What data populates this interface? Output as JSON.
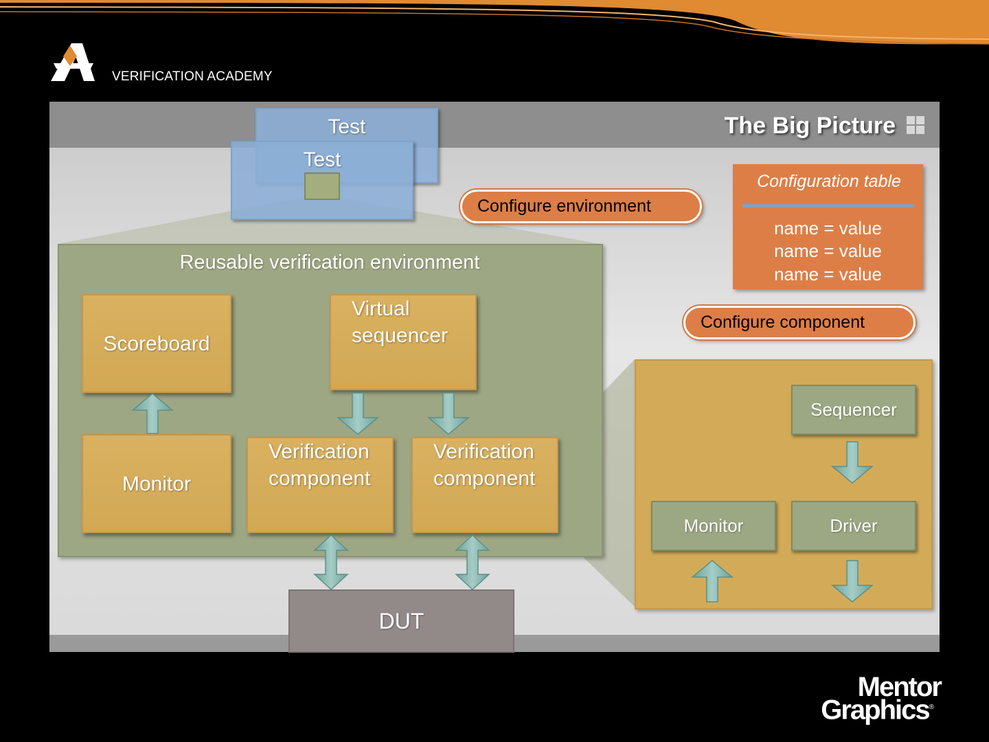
{
  "header": {
    "brand": "VERIFICATION ACADEMY",
    "logo_icon": "va-logo-icon"
  },
  "slide": {
    "title": "The Big Picture",
    "title_icon": "grid-icon"
  },
  "tests": {
    "back_label": "Test",
    "front_label": "Test"
  },
  "environment": {
    "label": "Reusable verification environment",
    "scoreboard": "Scoreboard",
    "virtual_sequencer": [
      "Virtual",
      "sequencer"
    ],
    "monitor": "Monitor",
    "verification_component_1": [
      "Verification",
      "component"
    ],
    "verification_component_2": [
      "Verification",
      "component"
    ]
  },
  "dut": "DUT",
  "callouts": {
    "configure_environment": "Configure environment",
    "configure_component": "Configure component"
  },
  "config_table": {
    "title": "Configuration table",
    "rows": [
      "name = value",
      "name = value",
      "name = value"
    ]
  },
  "agent": {
    "sequencer": "Sequencer",
    "monitor": "Monitor",
    "driver": "Driver"
  },
  "footer": {
    "logo_line1": "Mentor",
    "logo_line2": "Graphics",
    "registered": "®"
  },
  "colors": {
    "accent_orange": "#e08a32",
    "env_green": "#9ea784",
    "block_gold": "#d6ad5c",
    "test_blue": "#8baed6",
    "callout_orange": "#dd7e47",
    "arrow_teal": "#7fb0a8",
    "dut_gray": "#928989"
  }
}
